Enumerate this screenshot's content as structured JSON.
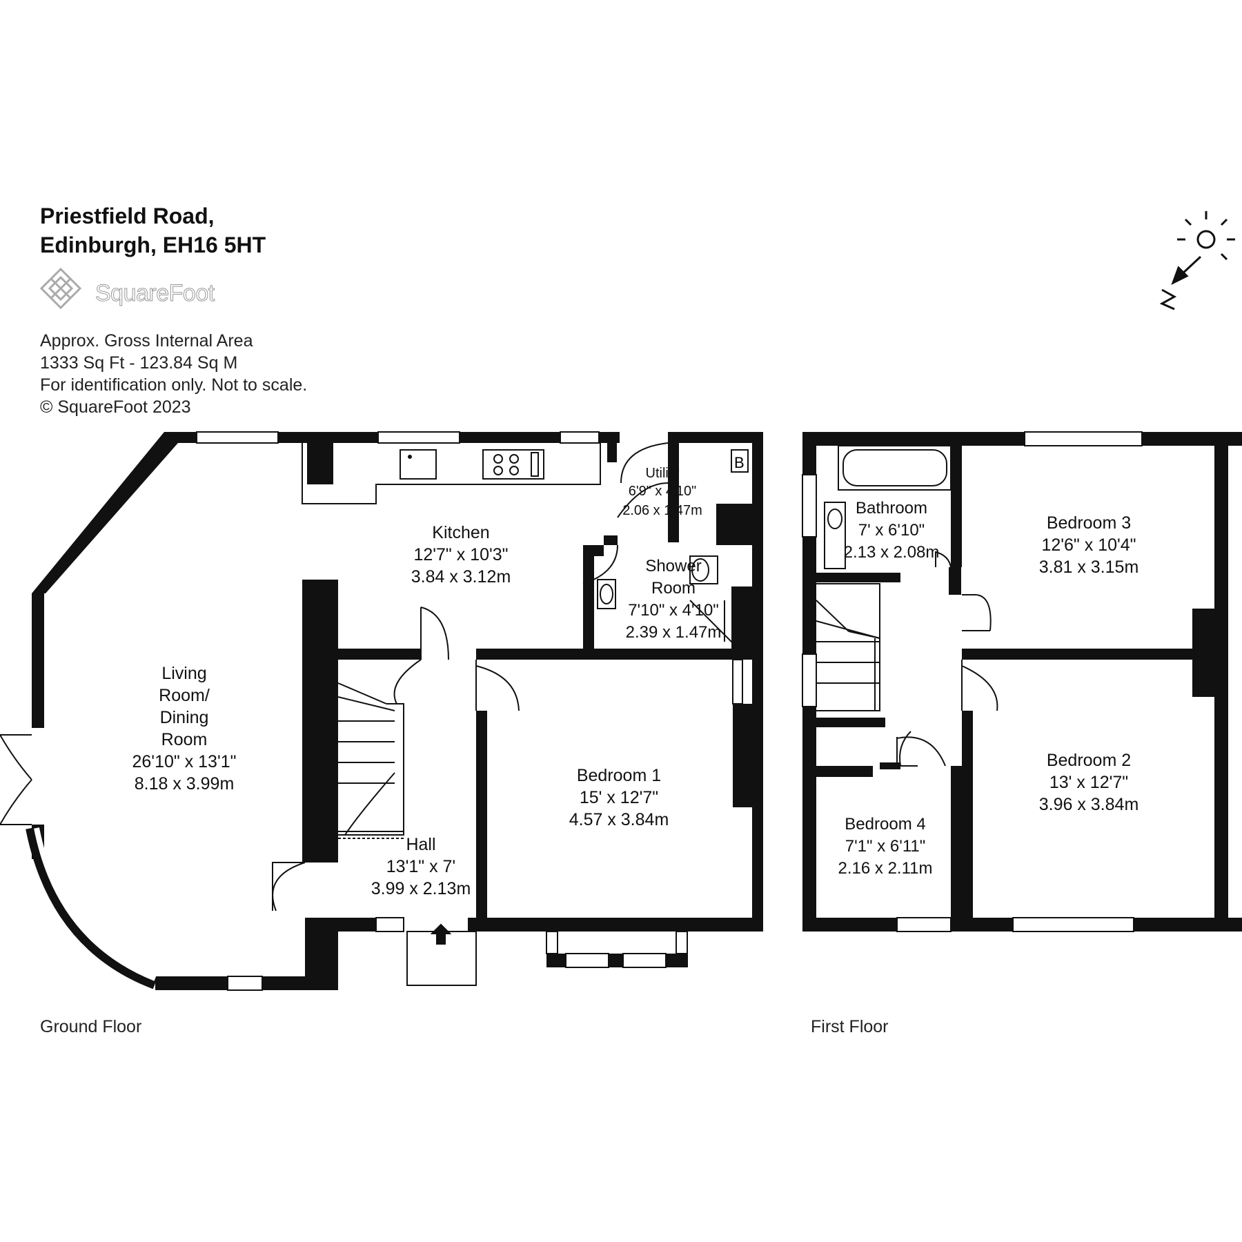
{
  "property": {
    "address_line1": "Priestfield Road,",
    "address_line2": "Edinburgh, EH16 5HT"
  },
  "brand": {
    "name": "SquareFoot"
  },
  "info": {
    "area_label": "Approx. Gross Internal Area",
    "area_value": "1333 Sq Ft  -  123.84 Sq M",
    "disclaimer": "For identification only. Not to scale.",
    "copyright": "© SquareFoot 2023"
  },
  "compass": {
    "north_label": "N"
  },
  "floors": {
    "ground": {
      "label": "Ground Floor",
      "rooms": {
        "living": {
          "name_lines": [
            "Living",
            "Room/",
            "Dining",
            "Room"
          ],
          "imperial": "26'10\" x 13'1\"",
          "metric": "8.18 x 3.99m"
        },
        "kitchen": {
          "name_lines": [
            "Kitchen"
          ],
          "imperial": "12'7\" x 10'3\"",
          "metric": "3.84 x 3.12m"
        },
        "utility": {
          "name_lines": [
            "Utility"
          ],
          "imperial": "6'9\" x 4'10\"",
          "metric": "2.06 x 1.47m"
        },
        "shower": {
          "name_lines": [
            "Shower",
            "Room"
          ],
          "imperial": "7'10\" x 4'10\"",
          "metric": "2.39 x 1.47m"
        },
        "bedroom1": {
          "name_lines": [
            "Bedroom 1"
          ],
          "imperial": "15' x 12'7\"",
          "metric": "4.57 x 3.84m"
        },
        "hall": {
          "name_lines": [
            "Hall"
          ],
          "imperial": "13'1\" x 7'",
          "metric": "3.99 x 2.13m"
        }
      },
      "boiler_label": "B"
    },
    "first": {
      "label": "First Floor",
      "rooms": {
        "bathroom": {
          "name_lines": [
            "Bathroom"
          ],
          "imperial": "7' x 6'10\"",
          "metric": "2.13 x 2.08m"
        },
        "bedroom3": {
          "name_lines": [
            "Bedroom 3"
          ],
          "imperial": "12'6\" x 10'4\"",
          "metric": "3.81 x 3.15m"
        },
        "bedroom2": {
          "name_lines": [
            "Bedroom 2"
          ],
          "imperial": "13' x 12'7\"",
          "metric": "3.96 x 3.84m"
        },
        "bedroom4": {
          "name_lines": [
            "Bedroom 4"
          ],
          "imperial": "7'1\" x 6'11\"",
          "metric": "2.16 x 2.11m"
        }
      }
    }
  }
}
